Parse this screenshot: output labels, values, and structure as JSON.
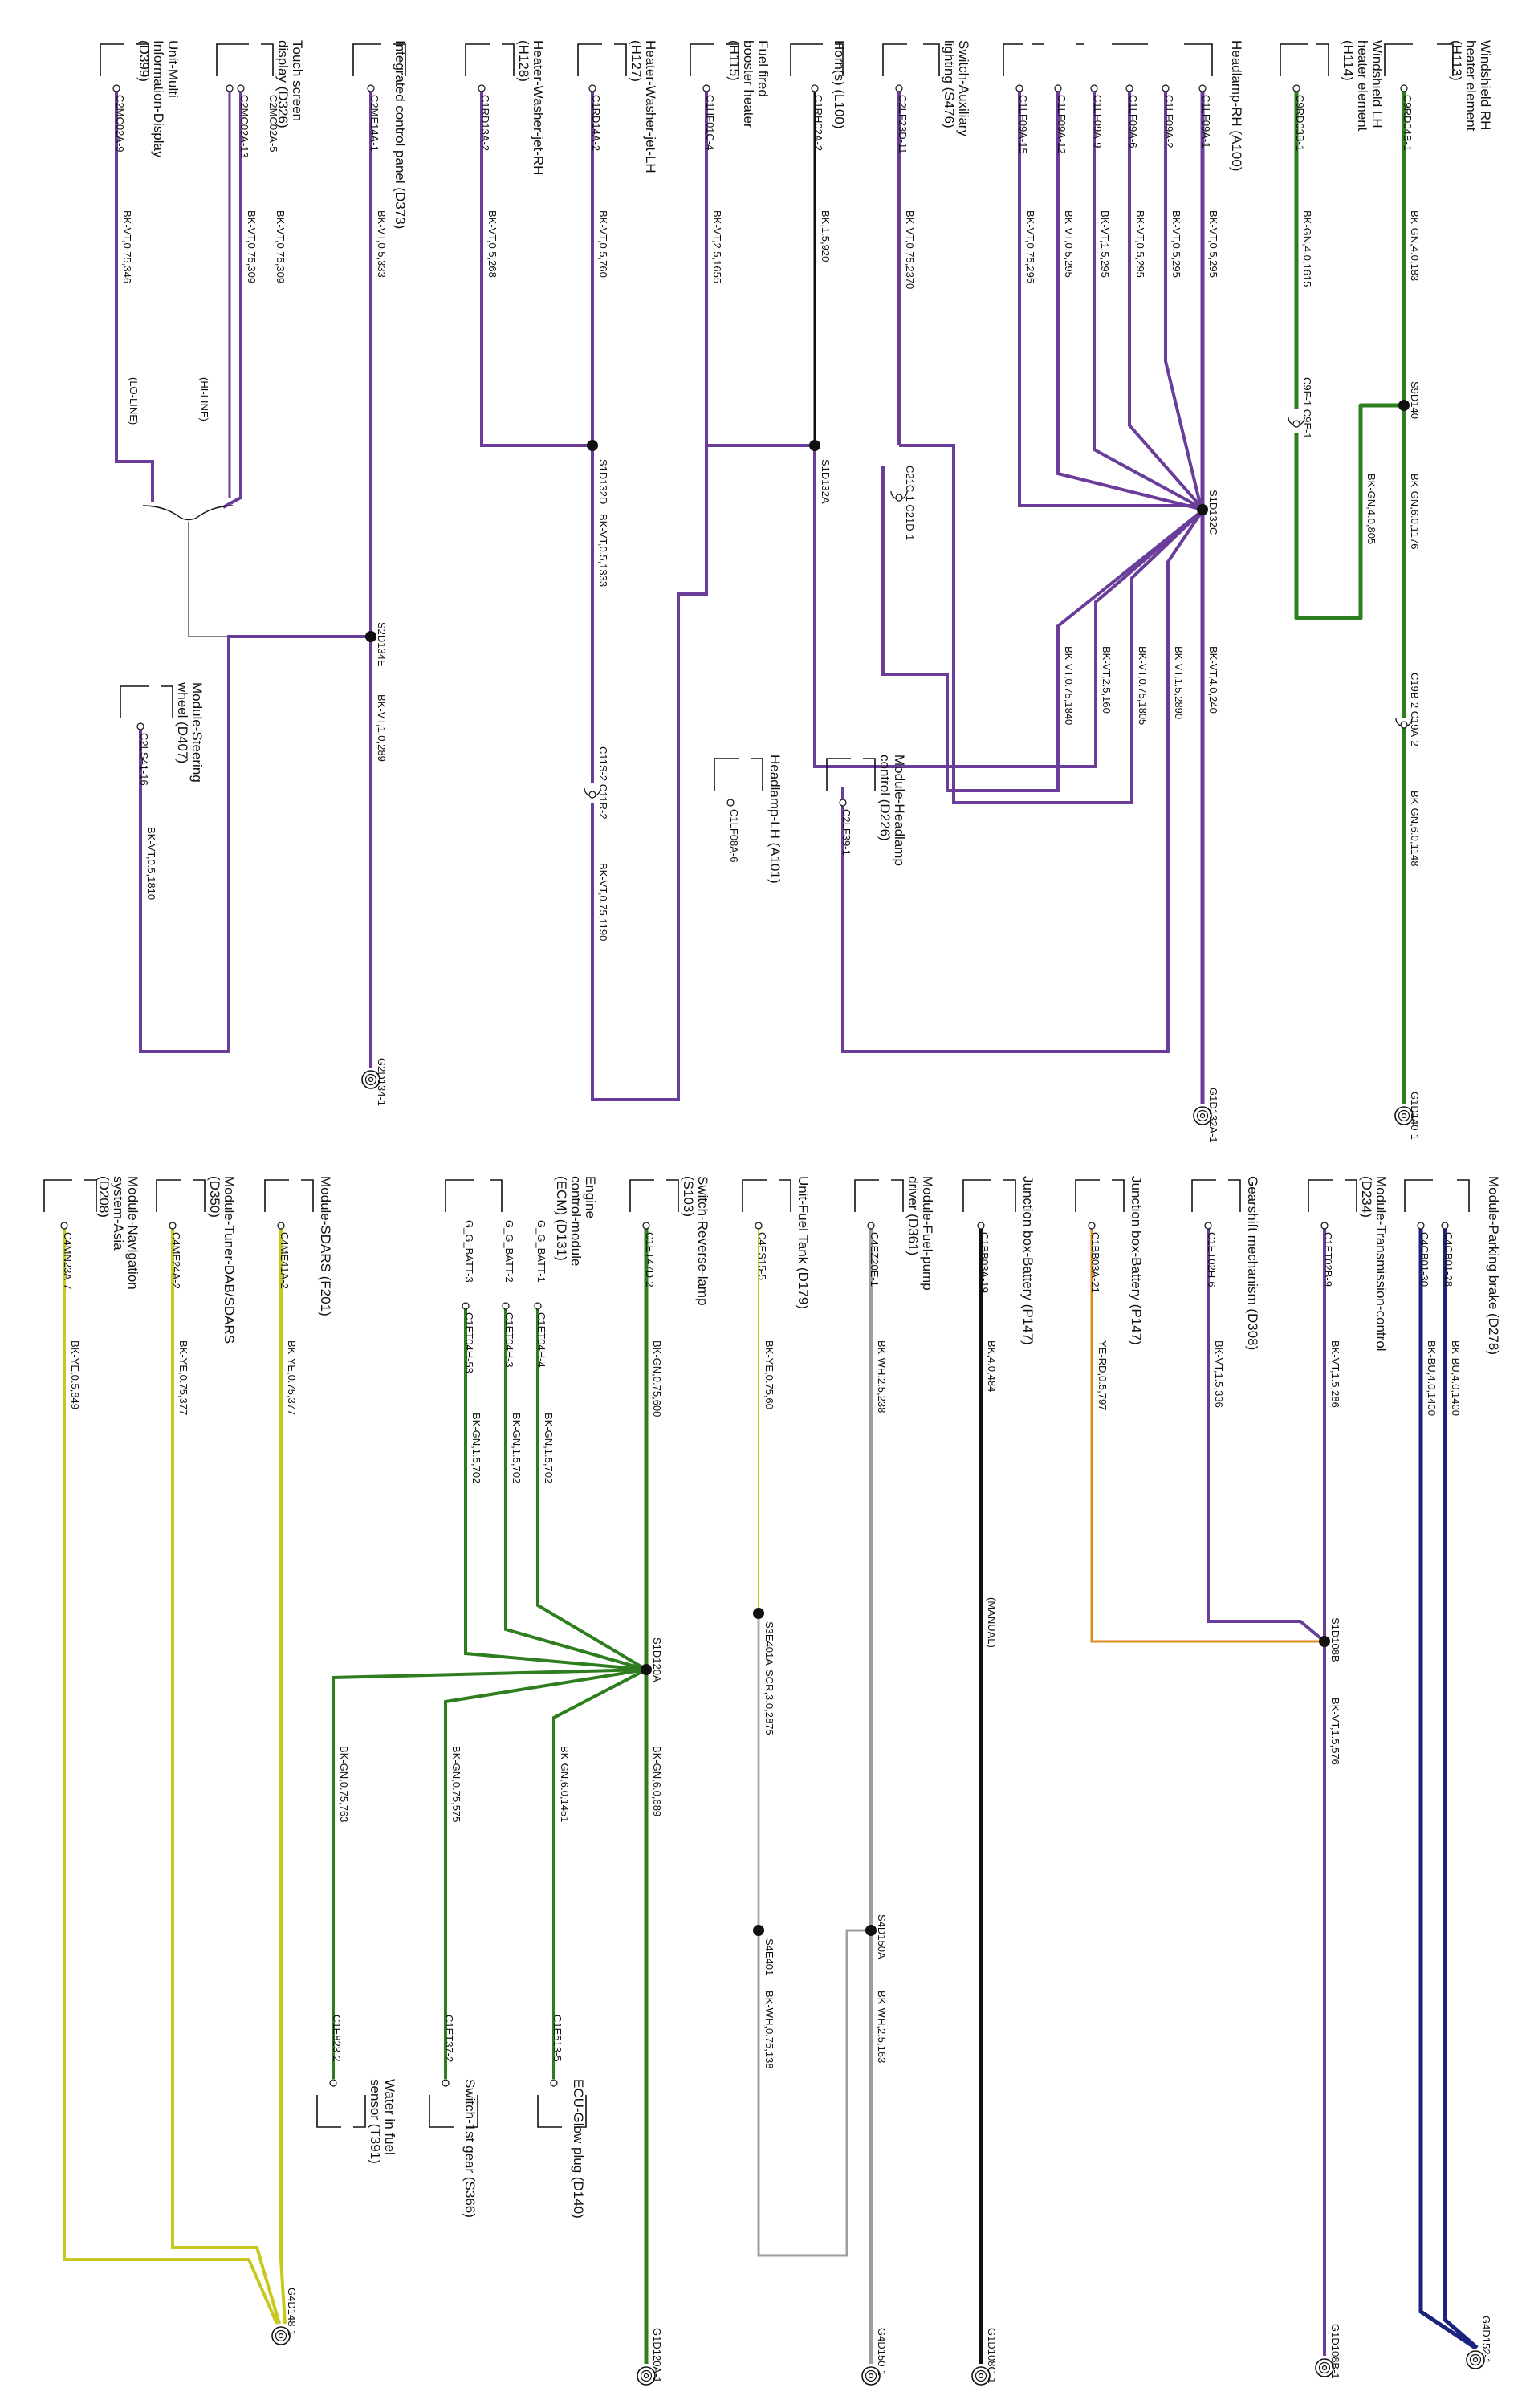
{
  "colors": {
    "BK-VT": "#6a3d9a",
    "BK-GN": "#2e7d1e",
    "BK-BU": "#1a237e",
    "YE-RD": "#e08a1e",
    "BK": "#111111",
    "BK-WH": "#9e9e9e",
    "SCR": "#b0b0b0",
    "BK-YE": "#c8c820",
    "NET": "#555555"
  },
  "components": {
    "windshield_rh": {
      "name": "Windshield RH heater element (H113)",
      "pin": "C9RD04B-1"
    },
    "windshield_lh": {
      "name": "Windshield LH heater element (H114)",
      "pin": "C9RD03B-1"
    },
    "headlamp_rh": {
      "name": "Headlamp-RH (A100)",
      "pins": [
        "C1LF09A-1",
        "C1LF09A-2",
        "C1LF09A-6",
        "C1LF09A-9",
        "C1LF09A-12",
        "C1LF09A-15"
      ]
    },
    "switch_aux": {
      "name": "Switch-Auxiliary lighting (S476)",
      "pin": "C2LF23D-11"
    },
    "horn": {
      "name": "Horn(s) (L100)",
      "pin": "C1RH02A-2"
    },
    "fuel_fired": {
      "name": "Fuel fired booster heater (H115)",
      "pin": "C1HF01C-4"
    },
    "washer_lh": {
      "name": "Heater-Washer-jet-LH (H127)",
      "pin": "C1RD14A-2"
    },
    "washer_rh": {
      "name": "Heater-Washer-jet-RH (H128)",
      "pin": "C1RD13A-2"
    },
    "icp": {
      "name": "Integrated control panel (D373)",
      "pin": "C2ME14A-1"
    },
    "touch": {
      "name": "Touch screen display (D326)",
      "pins": [
        "C2MC02A-5",
        "C2MC02A-13"
      ]
    },
    "unit_mid": {
      "name": "Unit-Multi Information-Display (D399)",
      "pin": "C2MC02A-9"
    },
    "module_headlamp": {
      "name": "Module-Headlamp control (D226)",
      "pin": "C2LF39-1"
    },
    "headlamp_lh": {
      "name": "Headlamp-LH (A101)",
      "pin": "C1LF08A-6"
    },
    "module_steering": {
      "name": "Module-Steering wheel (D407)",
      "pin": "C2LS41-16"
    },
    "parking_brake": {
      "name": "Module-Parking brake (D278)",
      "pins": [
        "C4CB01-28",
        "C4CB01-30"
      ]
    },
    "tcm": {
      "name": "Module-Transmission-control (D234)",
      "pin": "C1ET02B-9"
    },
    "gearshift": {
      "name": "Gearshift mechanism (D308)",
      "pin": "C1ET02H-6"
    },
    "jb_battery_a": {
      "name": "Junction box-Battery (P147)",
      "pin": "C1BB03A-21"
    },
    "jb_battery_b": {
      "name": "Junction box-Battery (P147)",
      "pin": "C1BB03A-19"
    },
    "fuel_pump": {
      "name": "Module-Fuel-pump driver (D361)",
      "pin": "C4EZ20E-1"
    },
    "fuel_tank": {
      "name": "Unit-Fuel Tank (D179)",
      "pin": "C4ES15-5"
    },
    "reverse": {
      "name": "Switch-Reverse-lamp (S103)",
      "pin": "C1ET47D-2"
    },
    "ecm": {
      "name": "Engine control-module (ECM) (D131)",
      "pins": [
        "C1ET04H-4",
        "C1ET04H-3",
        "C1ET04H-53"
      ],
      "labels": [
        "G_G_BATT-1",
        "G_G_BATT-2",
        "G_G_BATT-3"
      ]
    },
    "sdars": {
      "name": "Module-SDARS (F201)",
      "pin": "C4ME41A-2"
    },
    "tuner": {
      "name": "Module-Tuner-DAB/SDARS (D350)",
      "pin": "C4ME24A-2"
    },
    "nav": {
      "name": "Module-Navigation system-Asia (D208)",
      "pin": "C4MN23A-7"
    },
    "glow": {
      "name": "ECU-Glow plug (D140)",
      "pin": "C1E513-5"
    },
    "first_gear": {
      "name": "Switch-1st gear (S366)",
      "pin": "C1ET37-2"
    },
    "water_fuel": {
      "name": "Water in fuel sensor (T391)",
      "pin": "C1E823-2"
    }
  },
  "wires": {
    "windshield_rh": "BK-GN,4.0,183",
    "windshield_lh": "BK-GN,4.0,1615",
    "s9d140_bus": "BK-GN,6.0,1176",
    "s9d140_lh": "BK-GN,4.0,805",
    "g1d140": "BK-GN,6.0,1148",
    "hl1": "BK-VT,0.5,295",
    "hl2": "BK-VT,0.5,295",
    "hl6": "BK-VT,0.5,295",
    "hl9": "BK-VT,1.5,295",
    "hl12": "BK-VT,0.5,295",
    "hl15": "BK-VT,0.75,295",
    "aux": "BK-VT,0.75,2370",
    "horn": "BK,1.5,920",
    "fuel_fired": "BK-VT,2.5,1655",
    "washer_lh": "BK-VT,0.5,760",
    "washer_rh": "BK-VT,0.5,268",
    "icp": "BK-VT,0.5,333",
    "touch13": "BK-VT,0.75,309",
    "touch5": "BK-VT,0.75,309",
    "mid": "BK-VT,0.75,346",
    "s1d132c_g": "BK-VT,4.0,240",
    "s1d132c_a": "BK-VT,1.5,2890",
    "s1d132c_b": "BK-VT,0.75,1805",
    "s1d132c_c": "BK-VT,2.5,160",
    "s1d132c_d": "BK-VT,0.75,1840",
    "s1d132d": "BK-VT,0.5,1333",
    "lh_jet_out": "BK-VT,0.75,1190",
    "s2d134e": "BK-VT,1.0,289",
    "steering": "BK-VT,0.5,1810",
    "parking28": "BK-BU,4.0,1400",
    "parking30": "BK-BU,4.0,1400",
    "tcm": "BK-VT,1.5,286",
    "gearshift": "BK-VT,1.5,336",
    "jb21": "YE-RD,0.5,797",
    "s1d108b": "BK-VT,1.5,576",
    "jb19": "BK,4.0,484",
    "fuel_pump": "BK-WH,2.5,238",
    "s4d150a": "BK-WH,2.5,163",
    "fuel_tank": "BK-YE,0.75,60",
    "s3e401a": "SCR,3.0,2875",
    "s4e401": "BK-WH,0.75,138",
    "reverse": "BK-GN,0.75,600",
    "ecm4": "BK-GN,1.5,702",
    "ecm3": "BK-GN,1.5,702",
    "ecm53": "BK-GN,1.5,702",
    "s1d120a_g": "BK-GN,6.0,689",
    "glow": "BK-GN,6.0,1451",
    "first_gear": "BK-GN,0.75,575",
    "water_fuel": "BK-GN,0.75,763",
    "sdars": "BK-YE,0.75,377",
    "tuner": "BK-YE,0.75,377",
    "nav": "BK-YE,0.5,849"
  },
  "splices": {
    "s9d140": "S9D140",
    "s1d132c": "S1D132C",
    "s1d132a": "S1D132A",
    "s1d132d": "S1D132D",
    "s2d134e": "S2D134E",
    "s1d108b": "S1D108B",
    "s3e401a": "S3E401A",
    "s4d150a": "S4D150A",
    "s4e401": "S4E401",
    "s1d120a": "S1D120A"
  },
  "connectors": {
    "c9f": "C9F-1 C9E-1",
    "c19": "C19B-2 C19A-2",
    "c21": "C21C-1 C21D-1",
    "c11": "C11S-2 C11R-2"
  },
  "grounds": {
    "g1d140": "G1D140-1",
    "g1d132a": "G1D132A-1",
    "g2d134": "G2D134-1",
    "g4d152": "G4D152-1",
    "g1d108b": "G1D108B-1",
    "g1d108c": "G1D108C-1",
    "g4d150": "G4D150-1",
    "g1d120a": "G1D120A-1",
    "g4d148": "G4D148-1"
  },
  "notes": {
    "hi_line": "(HI-LINE)",
    "lo_line": "(LO-LINE)",
    "manual": "(MANUAL)"
  }
}
